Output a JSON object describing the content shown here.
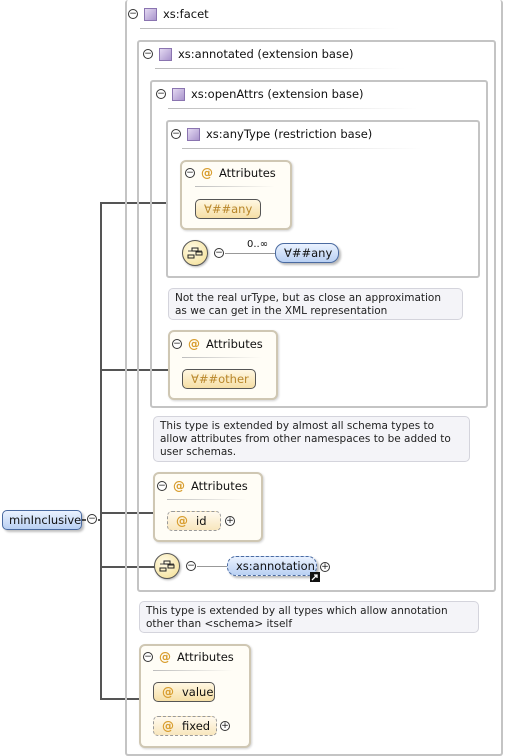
{
  "root_element": {
    "label": "minInclusive"
  },
  "facet": {
    "title": "xs:facet"
  },
  "annotated": {
    "title": "xs:annotated (extension base)"
  },
  "open_attrs": {
    "title": "xs:openAttrs (extension base)"
  },
  "any_type": {
    "title": "xs:anyType (restriction base)"
  },
  "attributes_label": "Attributes",
  "any_type_attrs": {
    "wildcard": "∀##any"
  },
  "any_type_content": {
    "cardinality": "0..∞",
    "wildcard": "∀##any"
  },
  "notes": {
    "ur_type": "Not the real urType, but as close an approximation as we can get in the XML representation",
    "open_attrs": "This type is extended by almost all schema types to allow attributes from other namespaces to be added to user schemas.",
    "annotated": "This type is extended by all types which allow annotation other than <schema> itself"
  },
  "open_attrs_attrs": {
    "wildcard": "∀##other"
  },
  "annotated_attrs": {
    "id": "id"
  },
  "annotated_content": {
    "element": "xs:annotation"
  },
  "facet_attrs": {
    "value": "value",
    "fixed": "fixed"
  },
  "icons": {
    "type_icon": "complex-type-square",
    "collapse": "⊖",
    "expand": "⊕",
    "attribute": "@",
    "sequence": "sequence-compositor",
    "reference": "reference-arrow"
  },
  "colors": {
    "element_fill": "#b9d0f3",
    "attribute_fill": "#f6dfa6",
    "type_icon": "#a994cc",
    "border": "#c4c4c4"
  }
}
